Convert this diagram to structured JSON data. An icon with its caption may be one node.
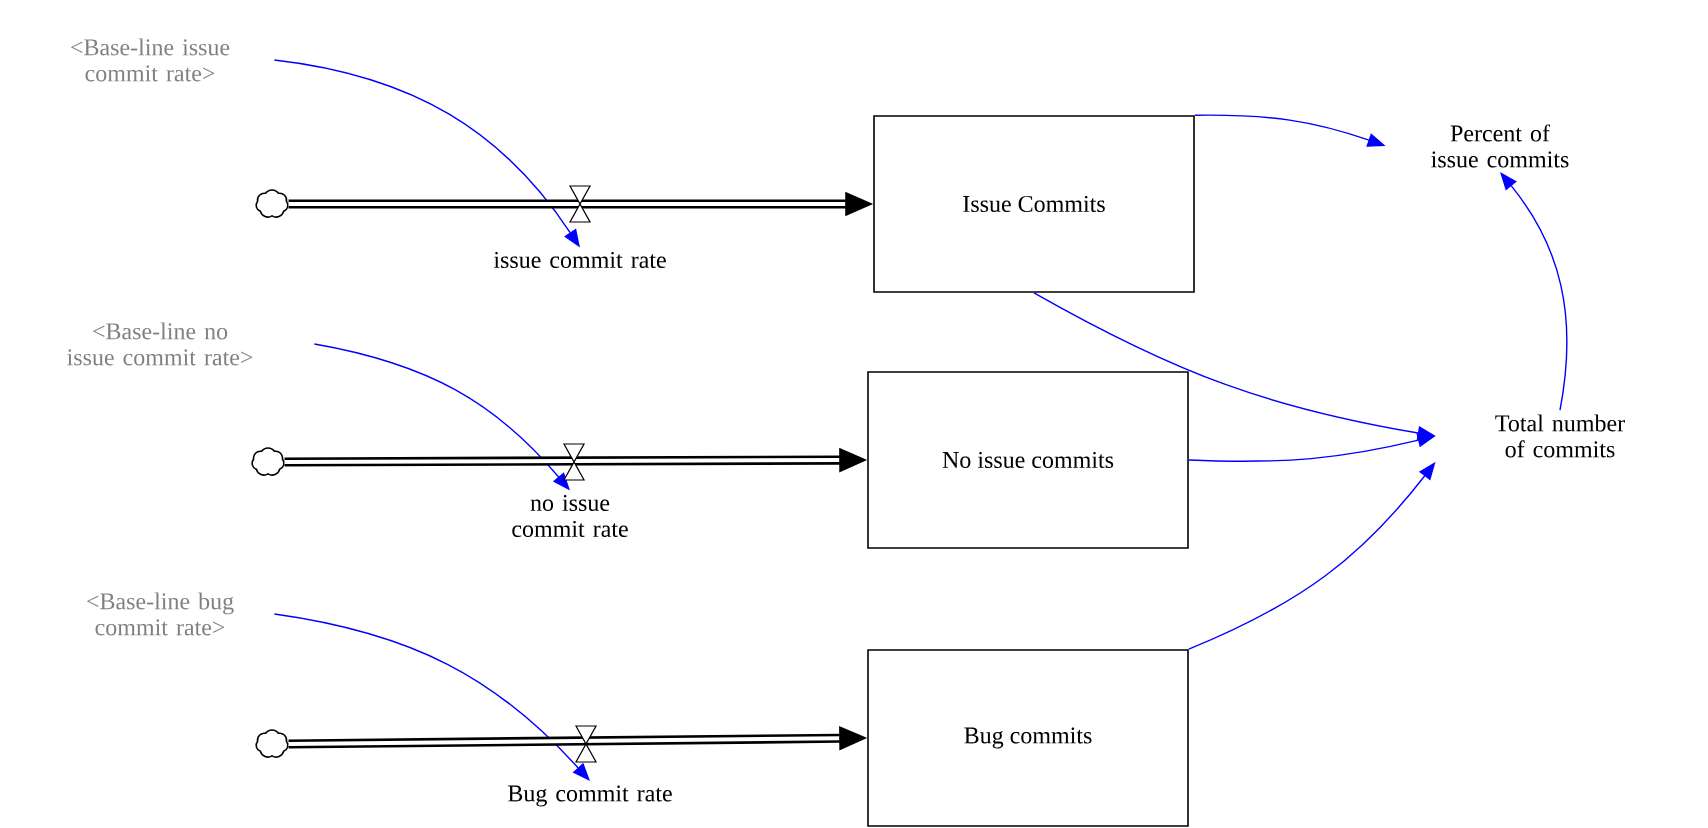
{
  "diagram": {
    "nodes": [
      {
        "text": [
          "<Base-line issue commit rate>"
        ]
      },
      {
        "text": [],
        "shape": "cloud"
      },
      {
        "text": [
          "issue commit rate"
        ]
      },
      {
        "text": [
          "Issue Commits"
        ]
      },
      {
        "text": [
          "Percent of issue commits"
        ]
      },
      {
        "text": [
          "<Base-line no issue commit rate>"
        ]
      },
      {
        "text": [],
        "shape": "cloud"
      },
      {
        "text": [
          "no issue commit rate"
        ]
      },
      {
        "text": [
          "No issue commits"
        ]
      },
      {
        "text": [
          "Total number of commits"
        ]
      },
      {
        "text": [
          "<Base-line bug commit rate>"
        ]
      },
      {
        "text": [],
        "shape": "cloud"
      },
      {
        "text": [
          "Bug commit rate"
        ]
      },
      {
        "text": [
          "Bug commits"
        ]
      }
    ],
    "edges": [
      {
        "from": 0,
        "to": 2,
        "arrow": "to"
      },
      {
        "from": 1,
        "to": 3,
        "arrow": "to",
        "style": "thick",
        "color": "#000000"
      },
      {
        "from": 3,
        "to": 4,
        "arrow": "to"
      },
      {
        "from": 5,
        "to": 7,
        "arrow": "to"
      },
      {
        "from": 6,
        "to": 8,
        "arrow": "to",
        "style": "thick",
        "color": "#000000"
      },
      {
        "from": 3,
        "to": 9,
        "arrow": "to"
      },
      {
        "from": 8,
        "to": 9,
        "arrow": "to"
      },
      {
        "from": 9,
        "to": 4,
        "arrow": "to"
      },
      {
        "from": 10,
        "to": 12,
        "arrow": "to"
      },
      {
        "from": 11,
        "to": 13,
        "arrow": "to",
        "style": "thick",
        "color": "#000000"
      },
      {
        "from": 13,
        "to": 9,
        "arrow": "to"
      }
    ]
  }
}
